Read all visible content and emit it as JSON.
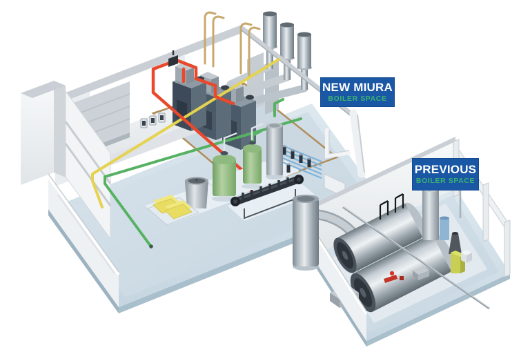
{
  "labels": {
    "new_miura": {
      "line1": "NEW MIURA",
      "line2": "BOILER SPACE"
    },
    "previous": {
      "line1": "PREVIOUS",
      "line2": "BOILER SPACE"
    }
  },
  "colors": {
    "label_background": "#1a57a5",
    "label_title": "#ffffff",
    "label_subtitle": "#3bb273",
    "pipe_red": "#e8492c",
    "pipe_yellow": "#e5d24f",
    "pipe_green": "#56b262",
    "pipe_tan": "#c9a86d",
    "pipe_blue": "#7fb3d9",
    "floor": "#d5e1e9",
    "wall": "#eef1f3",
    "steel_dark": "#49525a"
  }
}
